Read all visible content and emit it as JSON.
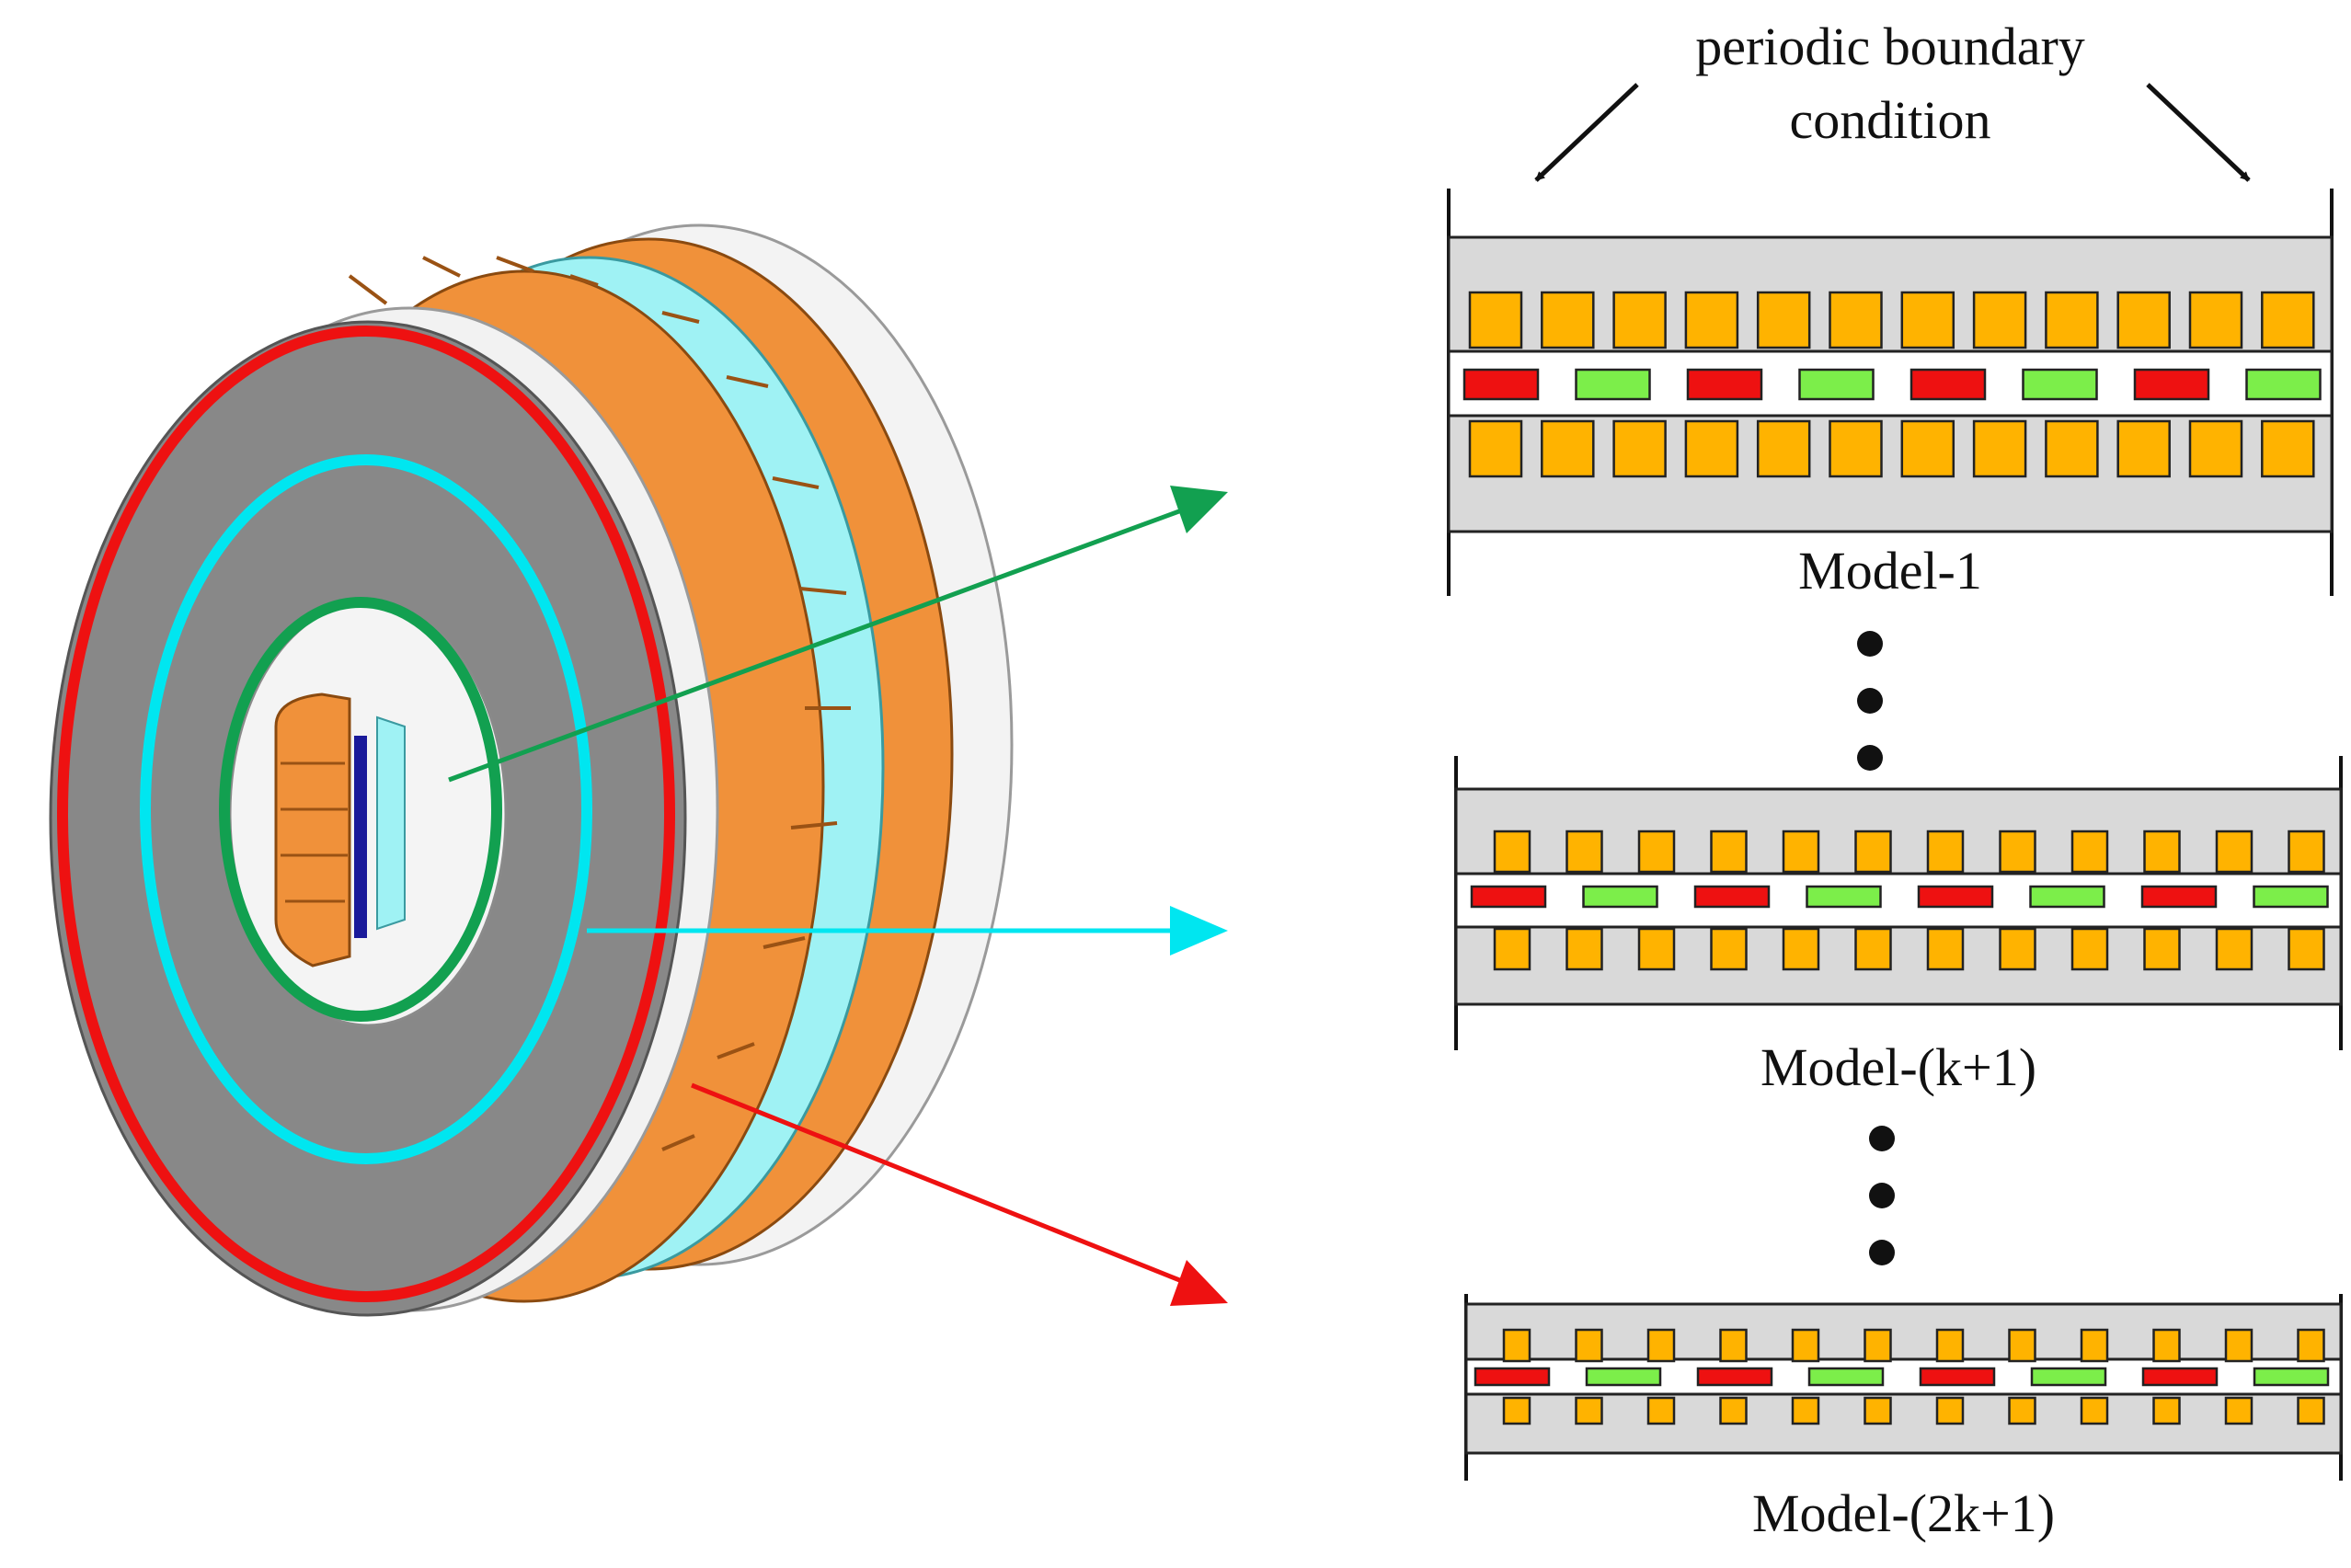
{
  "header": {
    "boundary_line1": "periodic boundary",
    "boundary_line2": "condition"
  },
  "models": [
    {
      "label": "Model-1",
      "teeth_per_side": 12,
      "magnets": [
        "red",
        "green",
        "red",
        "green",
        "red",
        "green",
        "red",
        "green"
      ]
    },
    {
      "label": "Model-(k+1)",
      "teeth_per_side": 12,
      "magnets": [
        "red",
        "green",
        "red",
        "green",
        "red",
        "green",
        "red",
        "green"
      ]
    },
    {
      "label": "Model-(2k+1)",
      "teeth_per_side": 12,
      "magnets": [
        "red",
        "green",
        "red",
        "green",
        "red",
        "green",
        "red",
        "green"
      ]
    }
  ],
  "colors": {
    "tooth": "#FFB300",
    "magnet_red": "#EE1111",
    "magnet_green": "#7CEE4A",
    "core": "#D9D9D9",
    "ring_outer": "#EE1111",
    "ring_middle": "#00E6F0",
    "ring_inner": "#12A050",
    "arrow_green": "#12A050",
    "arrow_cyan": "#00E6F0",
    "arrow_red": "#EE1111",
    "copper": "#F0913A",
    "stator_face": "#888888"
  }
}
